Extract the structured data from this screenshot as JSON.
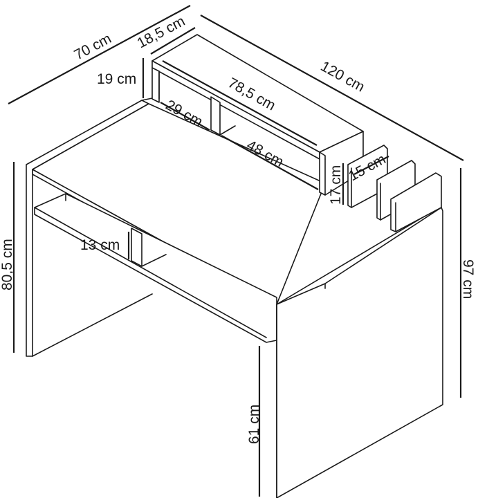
{
  "dimensions": {
    "depth_total": "70 cm",
    "hutch_depth": "18,5 cm",
    "hutch_height": "19 cm",
    "width_total": "120 cm",
    "hutch_width": "78,5 cm",
    "hutch_compartment_left": "29 cm",
    "hutch_compartment_right": "48 cm",
    "side_upright_height": "17 cm",
    "side_upright_depth": "15 cm",
    "desk_height": "80,5 cm",
    "total_height": "97 cm",
    "shelf_height": "13 cm",
    "legroom_height": "61 cm"
  },
  "colors": {
    "line": "#1a1a1a",
    "background": "#ffffff"
  }
}
